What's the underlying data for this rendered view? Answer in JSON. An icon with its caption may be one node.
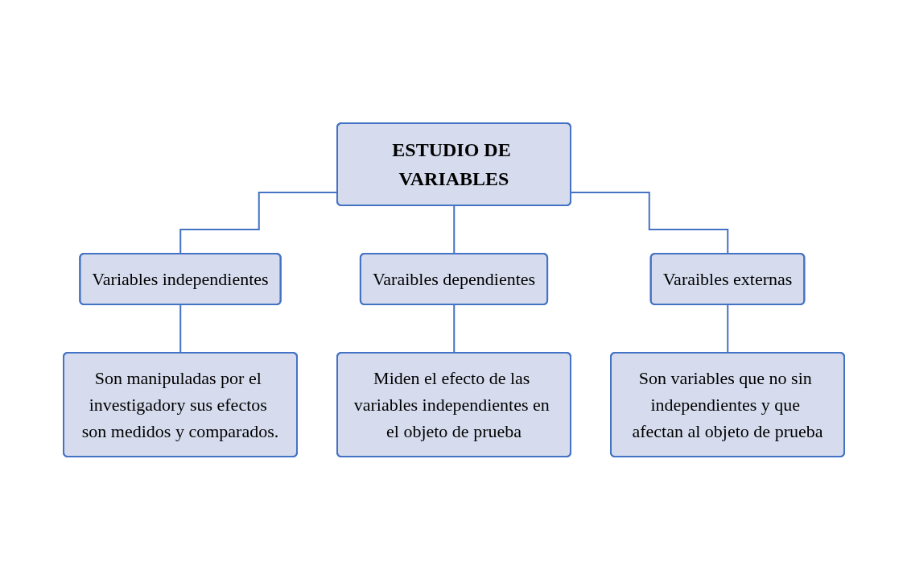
{
  "diagram": {
    "nodes": [
      {
        "text": [
          "ESTUDIO DE VARIABLES"
        ]
      },
      {
        "text": [
          "Variables independientes"
        ]
      },
      {
        "text": [
          "Varaibles dependientes"
        ]
      },
      {
        "text": [
          "Varaibles externas"
        ]
      },
      {
        "text": [
          "Son manipuladas por el investigadory sus efectos son medidos y comparados."
        ]
      },
      {
        "text": [
          "Miden el efecto de las variables independientes en el objeto de prueba"
        ]
      },
      {
        "text": [
          "Son variables que no sin independientes y que afectan al objeto de prueba"
        ]
      }
    ],
    "edges": [
      {
        "from": 0,
        "to": 1,
        "arrow": "none"
      },
      {
        "from": 0,
        "to": 2,
        "arrow": "none"
      },
      {
        "from": 0,
        "to": 3,
        "arrow": "none"
      },
      {
        "from": 1,
        "to": 4,
        "arrow": "none"
      },
      {
        "from": 2,
        "to": 5,
        "arrow": "none"
      },
      {
        "from": 3,
        "to": 6,
        "arrow": "none"
      }
    ]
  }
}
